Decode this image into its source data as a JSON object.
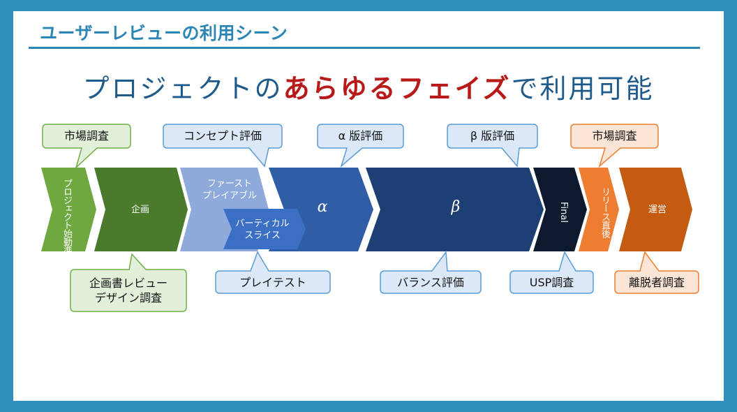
{
  "slide": {
    "title": "ユーザーレビューの利用シーン",
    "headline_pre": "プロジェクトの",
    "headline_em": "あらゆるフェイズ",
    "headline_post": "で利用可能"
  },
  "phases": {
    "project_start": "プロジェクト始動準備",
    "planning": "企画",
    "first_playable_1": "ファースト",
    "first_playable_2": "プレイアブル",
    "vertical_slice_1": "バーティカル",
    "vertical_slice_2": "スライス",
    "alpha": "α",
    "beta": "β",
    "final": "Final",
    "post_release": "リリース直後",
    "operation": "運営"
  },
  "callouts_top": {
    "market_research_1": "市場調査",
    "concept_eval": "コンセプト評価",
    "alpha_eval": "α 版評価",
    "beta_eval": "β 版評価",
    "market_research_2": "市場調査"
  },
  "callouts_bottom": {
    "plan_review_1": "企画書レビュー",
    "plan_review_2": "デザイン調査",
    "playtest": "プレイテスト",
    "balance_eval": "バランス評価",
    "usp_research": "USP調査",
    "churn_research": "離脱者調査"
  },
  "colors": {
    "frame": "#2e8fbd",
    "title": "#2b86b4",
    "headline": "#1e5a8a",
    "headline_emphasis": "#b81a1a",
    "green_dark": "#4a7a2c",
    "green_light": "#6ea83e",
    "blue_light": "#8eaadb",
    "blue_mid": "#2f5ea6",
    "blue_dark": "#1e3f73",
    "navy": "#0d1a2e",
    "orange": "#ed7d31",
    "orange_dark": "#c55a11"
  }
}
